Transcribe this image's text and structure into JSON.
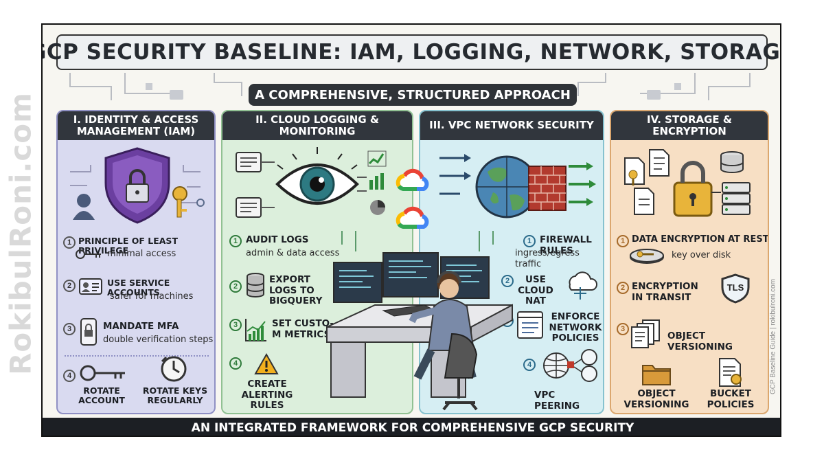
{
  "watermark": "RokibulRoni.com",
  "side_label": "GCP Baseline Guide | rokibulroni.com",
  "title": "GCP SECURITY BASELINE: IAM, LOGGING, NETWORK, STORAGE",
  "subtitle": "A COMPREHENSIVE, STRUCTURED APPROACH",
  "footer": "AN INTEGRATED FRAMEWORK FOR COMPREHENSIVE GCP SECURITY",
  "colors": {
    "iam_bg": "#d9daf0",
    "logging_bg": "#dcefdc",
    "vpc_bg": "#d6eef3",
    "storage_bg": "#f7dfc4",
    "header_bg": "#31363d",
    "shield_purple": "#6b3fa0",
    "lock_gold": "#e8b43a",
    "brick_red": "#b23a2e"
  },
  "panels": {
    "iam": {
      "header": "I. IDENTITY & ACCESS MANAGEMENT (IAM)",
      "items": [
        {
          "num": "1",
          "title": "PRINCIPLE OF LEAST PRIVILEGE",
          "sub": "minimal access",
          "icon": "key-icon"
        },
        {
          "num": "2",
          "title": "USE SERVICE ACCOUNTS",
          "sub": "safer for machines",
          "icon": "id-card-icon"
        },
        {
          "num": "3",
          "title": "MANDATE MFA",
          "sub": "double verification steps",
          "icon": "phone-lock-icon"
        },
        {
          "num": "4",
          "title": "ROTATE ACCOUNT",
          "sub": "",
          "icon": "key-icon"
        },
        {
          "num": "",
          "title": "ROTATE KEYS REGULARLY",
          "sub": "",
          "icon": "clock-icon"
        }
      ]
    },
    "logging": {
      "header": "II. CLOUD LOGGING & MONITORING",
      "items": [
        {
          "num": "1",
          "title": "AUDIT LOGS",
          "sub": "admin & data access",
          "icon": "document-icon"
        },
        {
          "num": "2",
          "title": "EXPORT LOGS TO BIGQUERY",
          "sub": "",
          "icon": "database-icon"
        },
        {
          "num": "3",
          "title": "SET CUSTO-M METRICS",
          "sub": "",
          "icon": "chart-icon"
        },
        {
          "num": "4",
          "title": "CREATE ALERTING RULES",
          "sub": "",
          "icon": "alert-icon"
        }
      ]
    },
    "vpc": {
      "header": "III. VPC NETWORK SECURITY",
      "items": [
        {
          "num": "1",
          "title": "FIREWALL RULES",
          "sub": "ingress/egress traffic",
          "icon": "firewall-icon"
        },
        {
          "num": "2",
          "title": "USE CLOUD NAT",
          "sub": "",
          "icon": "cloud-icon"
        },
        {
          "num": "3",
          "title": "ENFORCE NETWORK POLICIES",
          "sub": "",
          "icon": "browser-icon"
        },
        {
          "num": "4",
          "title": "VPC PEERING",
          "sub": "",
          "icon": "globe-icon"
        }
      ]
    },
    "storage": {
      "header": "IV. STORAGE & ENCRYPTION",
      "items": [
        {
          "num": "1",
          "title": "DATA ENCRYPTION AT REST",
          "sub": "key over disk",
          "icon": "disk-icon"
        },
        {
          "num": "2",
          "title": "ENCRYPTION IN TRANSIT",
          "sub": "",
          "icon": "tls-shield-icon",
          "badge": "TLS"
        },
        {
          "num": "3",
          "title": "OBJECT VERSIONING",
          "sub": "",
          "icon": "documents-icon"
        },
        {
          "num": "",
          "title": "OBJECT VERSIONING",
          "sub": "",
          "icon": "folder-icon"
        },
        {
          "num": "",
          "title": "BUCKET POLICIES",
          "sub": "",
          "icon": "policy-doc-icon"
        }
      ]
    }
  }
}
